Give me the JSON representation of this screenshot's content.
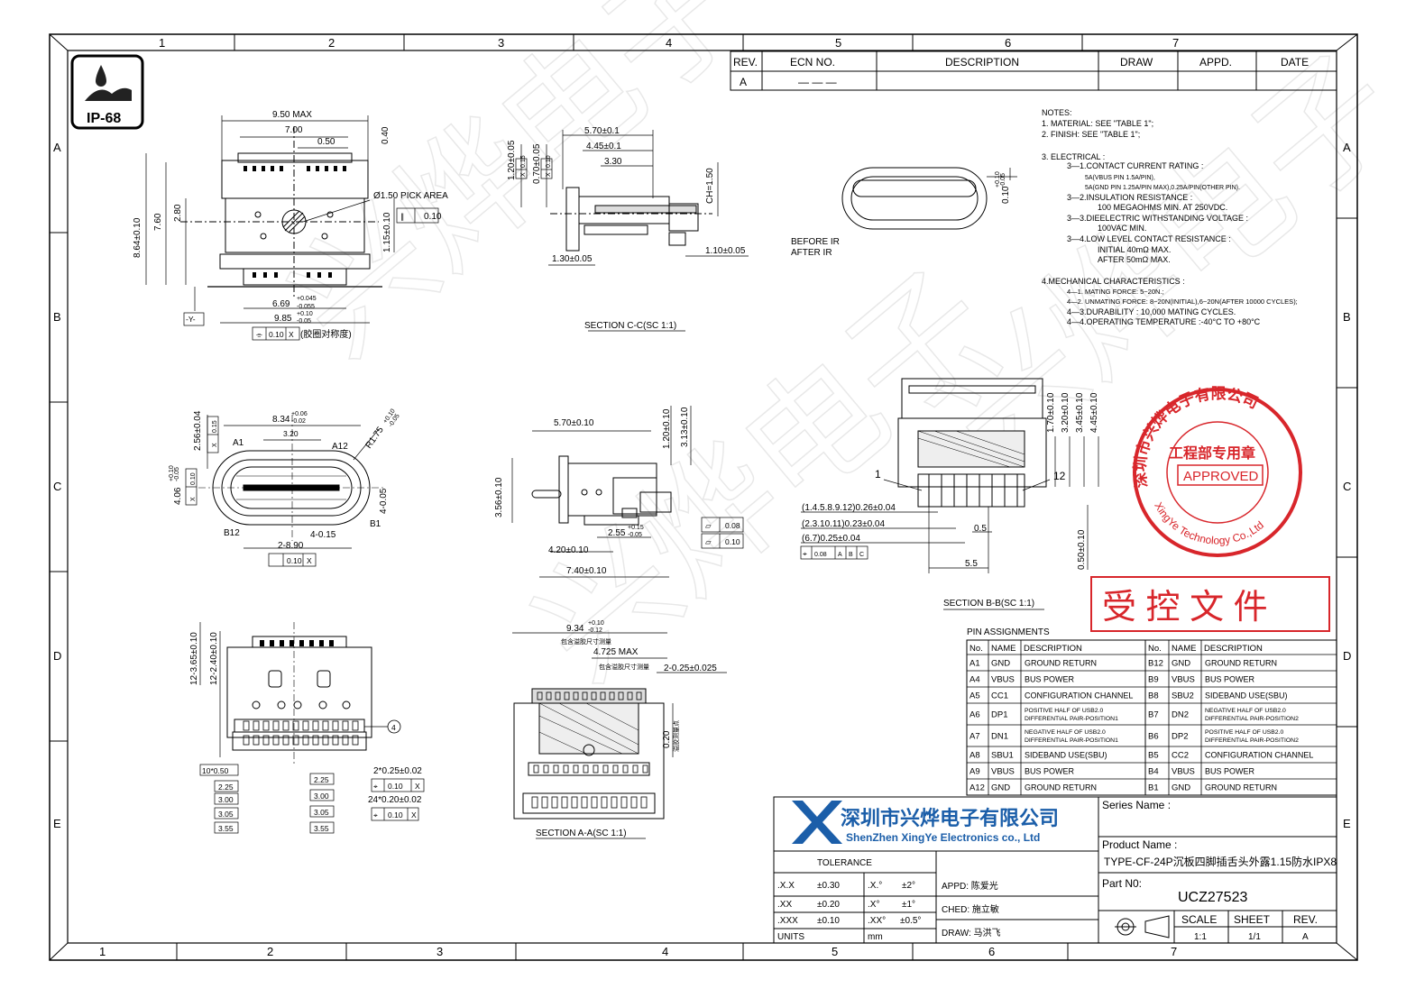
{
  "watermark": "兴烨电子",
  "zones_top": [
    "1",
    "2",
    "3",
    "4",
    "5",
    "6",
    "7"
  ],
  "zones_side": [
    "A",
    "B",
    "C",
    "D",
    "E"
  ],
  "ip_badge": "IP-68",
  "rev_table": {
    "headers": [
      "REV.",
      "ECN  NO.",
      "DESCRIPTION",
      "DRAW",
      "APPD.",
      "DATE"
    ],
    "row": {
      "rev": "A",
      "ecn": "— — —"
    }
  },
  "notes": [
    "NOTES:",
    "1. MATERIAL: SEE \"TABLE 1\";",
    "2. FINISH: SEE \"TABLE 1\";",
    "3. ELECTRICAL :",
    "3—1.CONTACT CURRENT RATING :",
    "5A(VBUS PIN 1.5A/PIN),",
    "5A(GND PIN 1.25A/PIN MAX),0.25A/PIN(OTHER PIN).",
    "3—2.INSULATION RESISTANCE :",
    "100 MEGAOHMS MIN. AT 250VDC.",
    "3—3.DIEELECTRIC WITHSTANDING VOLTAGE :",
    "100VAC MIN.",
    "3—4.LOW LEVEL CONTACT RESISTANCE :",
    "INITIAL 40mΩ MAX.",
    "AFTER 50mΩ MAX.",
    "4.MECHANICAL CHARACTERISTICS :",
    "4—1. MATING FORCE: 5~20N.;",
    "4—2. UNMATING FORCE: 8~20N(INITIAL),6~20N(AFTER 10000 CYCLES);",
    "4—3.DURABILITY : 10,000 MATING CYCLES.",
    "4—4.OPERATING TEMPERATURE :-40°C TO +80°C"
  ],
  "stamp": {
    "ring_text": "深圳市兴烨电子有限公司",
    "ring_en": "XingYe Technology Co.,Ltd",
    "center_text": "工程部专用章",
    "approved": "APPROVED"
  },
  "controlled_doc": "受 控 文 件",
  "views": {
    "top": {
      "dims": [
        "9.50 MAX",
        "7.00",
        "0.50",
        "0.40",
        "Ø1.50 PICK AREA",
        "0.10",
        "8.64±0.10",
        "7.60",
        "2.80",
        "1.15±0.10",
        "6.69",
        "-0.055",
        "+0.045",
        "9.85",
        "-0.05",
        "+0.10",
        "-Y-",
        "0.10",
        "X",
        "(胶圈对称度)"
      ]
    },
    "section_cc": {
      "title": "SECTION C-C(SC 1:1)",
      "dims": [
        "5.70±0.1",
        "4.45±0.1",
        "3.30",
        "1.20±0.05",
        "0.15",
        "X",
        "0.70±0.05",
        "0.10",
        "X",
        "CH=1.50",
        "1.30±0.05",
        "1.10±0.05"
      ]
    },
    "ir": {
      "labels": [
        "BEFORE IR",
        "AFTER IR"
      ],
      "dim": "0.10",
      "tol_plus": "+0.10",
      "tol_minus": "-0.05"
    },
    "front": {
      "dims": [
        "2.56±0.04",
        "0.15",
        "X",
        "8.34",
        "+0.06",
        "-0.02",
        "3.20",
        "A1",
        "A12",
        "R1.75",
        "+0.10",
        "-0.05",
        "4.06",
        "+0.10",
        "-0.05",
        "0.10",
        "X",
        "4-0.05",
        "B12",
        "B1",
        "4-0.15",
        "2-8.90",
        "0.10",
        "X"
      ]
    },
    "side": {
      "dims": [
        "5.70±0.10",
        "1.20±0.10",
        "3.13±0.10",
        "3.56±0.10",
        "2.55",
        "+0.15",
        "-0.05",
        "4.20±0.10",
        "7.40±0.10",
        "0.08",
        "0.10"
      ]
    },
    "section_bb": {
      "title": "SECTION B-B(SC 1:1)",
      "dims": [
        "1.70±0.10",
        "3.20±0.10",
        "3.45±0.10",
        "4.45±0.10",
        "1",
        "12",
        "(1.4.5.8.9.12)0.26±0.04",
        "(2.3.10.11)0.23±0.04",
        "(6.7)0.25±0.04",
        "0.08",
        "A",
        "B",
        "C",
        "0.5",
        "5.5",
        "0.50±0.10"
      ]
    },
    "bottom": {
      "dims": [
        "12-3.65±0.10",
        "12-2.40±0.10",
        "10*0.50",
        "2.25",
        "3.00",
        "3.05",
        "3.55",
        "2.25",
        "3.00",
        "3.05",
        "3.55",
        "2*0.25±0.02",
        "0.10",
        "X",
        "24*0.20±0.02",
        "0.10",
        "X",
        "4"
      ]
    },
    "section_aa": {
      "title": "SECTION A-A(SC 1:1)",
      "dims": [
        "9.34",
        "+0.10",
        "-0.12",
        "包含溢胶尺寸测量",
        "4.725 MAX",
        "包含溢胶尺寸测量",
        "2-0.25±0.025",
        "0.20",
        "溢胶测量点"
      ]
    }
  },
  "pins": {
    "title": "PIN ASSIGNMENTS",
    "headers": [
      "No.",
      "NAME",
      "DESCRIPTION"
    ],
    "left": [
      [
        "A1",
        "GND",
        "GROUND RETURN"
      ],
      [
        "A4",
        "VBUS",
        "BUS POWER"
      ],
      [
        "A5",
        "CC1",
        "CONFIGURATION CHANNEL"
      ],
      [
        "A6",
        "DP1",
        "POSITIVE HALF OF USB2.0|DIFFERENTIAL PAIR-POSITION1"
      ],
      [
        "A7",
        "DN1",
        "NEGATIVE HALF OF USB2.0|DIFFERENTIAL PAIR-POSITION1"
      ],
      [
        "A8",
        "SBU1",
        "SIDEBAND USE(SBU)"
      ],
      [
        "A9",
        "VBUS",
        "BUS POWER"
      ],
      [
        "A12",
        "GND",
        "GROUND RETURN"
      ]
    ],
    "right": [
      [
        "B12",
        "GND",
        "GROUND RETURN"
      ],
      [
        "B9",
        "VBUS",
        "BUS POWER"
      ],
      [
        "B8",
        "SBU2",
        "SIDEBAND USE(SBU)"
      ],
      [
        "B7",
        "DN2",
        "NEGATIVE HALF OF USB2.0|DIFFERENTIAL PAIR-POSITION2"
      ],
      [
        "B6",
        "DP2",
        "POSITIVE HALF OF USB2.0|DIFFERENTIAL PAIR-POSITION2"
      ],
      [
        "B5",
        "CC2",
        "CONFIGURATION CHANNEL"
      ],
      [
        "B4",
        "VBUS",
        "BUS POWER"
      ],
      [
        "B1",
        "GND",
        "GROUND RETURN"
      ]
    ]
  },
  "title_block": {
    "company_cn": "深圳市兴烨电子有限公司",
    "company_en": "ShenZhen XingYe Electronics co., Ltd",
    "tolerance_title": "TOLERANCE",
    "tolerance": [
      [
        ".X.X",
        "±0.30",
        ".X.°",
        "±2°"
      ],
      [
        ".XX",
        "±0.20",
        ".X°",
        "±1°"
      ],
      [
        ".XXX",
        "±0.10",
        ".XX°",
        "±0.5°"
      ]
    ],
    "units_label": "UNITS",
    "units_value": "mm",
    "appd": "APPD:  陈爱光",
    "ched": "CHED:  施立敏",
    "draw": "DRAW:  马洪飞",
    "series_label": "Series Name :",
    "product_label": "Product Name :",
    "product_name": "TYPE-CF-24P沉板四脚插舌头外露1.15防水IPX8",
    "part_label": "Part N0:",
    "part_no": "UCZ27523",
    "scale_label": "SCALE",
    "scale": "1:1",
    "sheet_label": "SHEET",
    "sheet": "1/1",
    "rev_label": "REV.",
    "rev": "A"
  }
}
